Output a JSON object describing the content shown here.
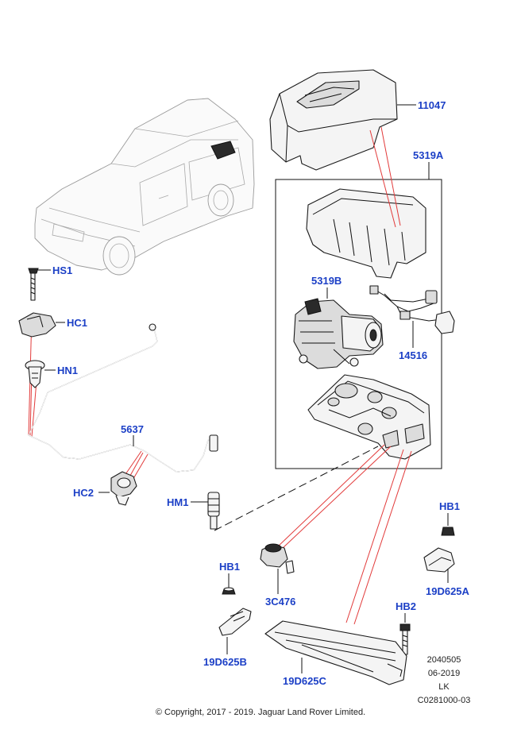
{
  "callouts": {
    "hs1": "HS1",
    "hc1": "HC1",
    "hn1": "HN1",
    "p5637": "5637",
    "hc2": "HC2",
    "hm1": "HM1",
    "p11047": "11047",
    "p5319a": "5319A",
    "p5319b": "5319B",
    "p14516": "14516",
    "hb1_right": "HB1",
    "p19d625a": "19D625A",
    "hb1_left": "HB1",
    "p19d625b": "19D625B",
    "p3c476": "3C476",
    "hb2": "HB2",
    "p19d625c": "19D625C"
  },
  "meta_block": {
    "line1": "2040505",
    "line2": "06-2019",
    "line3": "LK",
    "line4": "C0281000-03"
  },
  "copyright": "© Copyright, 2017 - 2019. Jaguar Land Rover Limited.",
  "colors": {
    "callout": "#1b3fc6",
    "leader_red": "#e23b3b",
    "outline": "#1a1a1a"
  }
}
